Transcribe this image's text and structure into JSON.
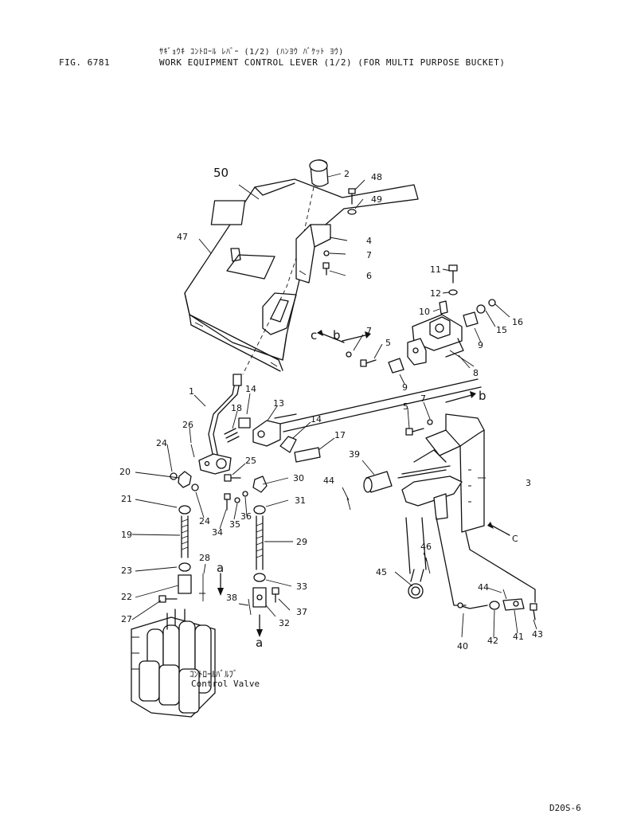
{
  "header": {
    "fig_number": "FIG. 6781",
    "title_jp": "ｻｷﾞｮｳｷ ｺﾝﾄﾛｰﾙ ﾚﾊﾞｰ (1/2) (ﾊﾝﾖｳ ﾊﾞｹｯﾄ ﾖｳ)",
    "title_en": "WORK EQUIPMENT CONTROL LEVER (1/2) (FOR MULTI PURPOSE BUCKET)"
  },
  "callouts": [
    "1",
    "2",
    "3",
    "4",
    "5",
    "5",
    "6",
    "7",
    "7",
    "7",
    "8",
    "9",
    "9",
    "10",
    "11",
    "12",
    "13",
    "14",
    "14",
    "15",
    "16",
    "17",
    "18",
    "19",
    "20",
    "21",
    "22",
    "23",
    "24",
    "24",
    "25",
    "26",
    "27",
    "28",
    "29",
    "30",
    "31",
    "32",
    "33",
    "34",
    "35",
    "36",
    "37",
    "38",
    "39",
    "40",
    "41",
    "42",
    "43",
    "44",
    "44",
    "45",
    "46",
    "47",
    "48",
    "49",
    "50"
  ],
  "arrow_refs": {
    "a_top": "a",
    "a_bottom": "a",
    "b_left": "b",
    "b_right": "b",
    "c_left": "c",
    "c_right": "C"
  },
  "control_valve": {
    "label_jp": "ｺﾝﾄﾛｰﾙﾊﾞﾙﾌﾞ",
    "label_en": "Control Valve"
  },
  "footer": {
    "page_code": "D20S-6"
  }
}
